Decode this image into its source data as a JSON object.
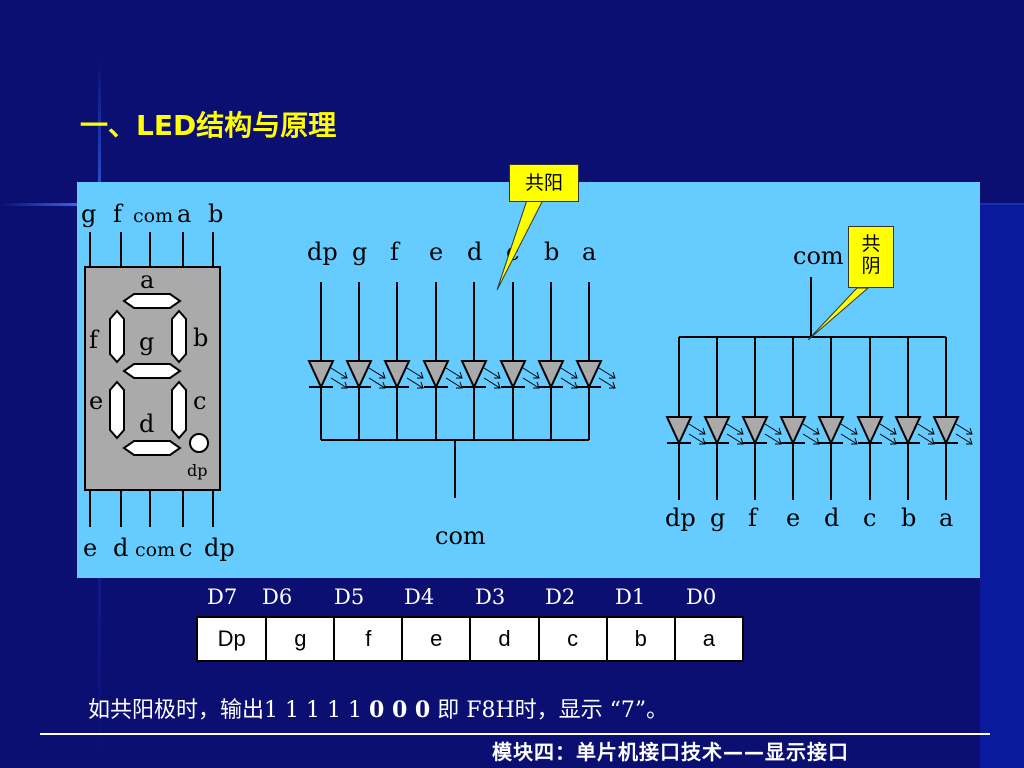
{
  "title": "一、LED结构与原理",
  "callouts": {
    "common_anode": "共阳",
    "common_cathode": "共\n阴"
  },
  "digit": {
    "top_pins": [
      "g",
      "f",
      "com",
      "a",
      "b"
    ],
    "bottom_pins": [
      "e",
      "d",
      "com",
      "c",
      "dp"
    ],
    "segments": [
      "a",
      "f",
      "g",
      "b",
      "e",
      "c",
      "d",
      "dp"
    ]
  },
  "anode_diagram": {
    "labels": [
      "dp",
      "g",
      "f",
      "e",
      "d",
      "c",
      "b",
      "a"
    ],
    "common": "com"
  },
  "cathode_diagram": {
    "labels": [
      "dp",
      "g",
      "f",
      "e",
      "d",
      "c",
      "b",
      "a"
    ],
    "common": "com"
  },
  "bit_headers": [
    "D7",
    "D6",
    "D5",
    "D4",
    "D3",
    "D2",
    "D1",
    "D0"
  ],
  "bit_cells": [
    "Dp",
    "g",
    "f",
    "e",
    "d",
    "c",
    "b",
    "a"
  ],
  "note": {
    "prefix": "如共阳极时，输出",
    "ones": "1 1 1 1 1",
    "zeros": "0 0 0",
    "suffix": "即 F8H时，显示 “7”。"
  },
  "footer": "模块四：单片机接口技术——显示接口"
}
